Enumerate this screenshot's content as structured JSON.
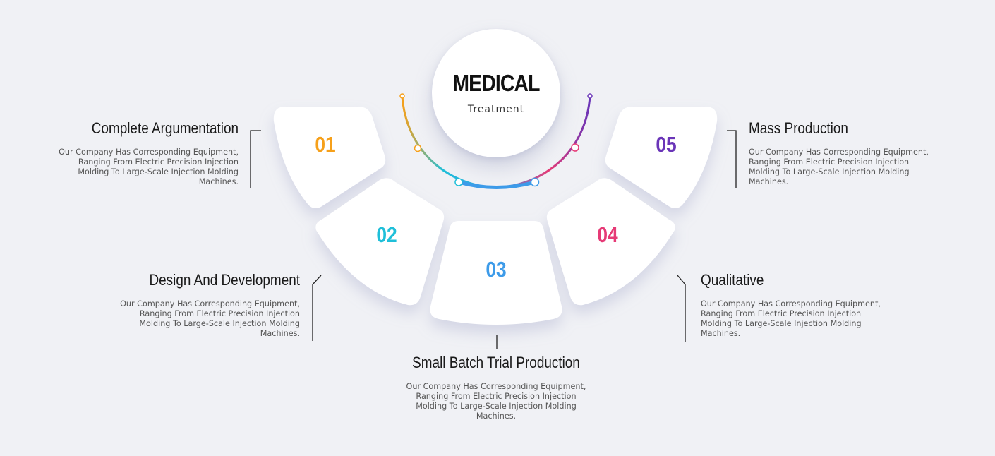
{
  "center": {
    "title": "MEDICAL",
    "subtitle": "Treatment"
  },
  "steps": [
    {
      "number": "01",
      "color": "#f6a01a",
      "title": "Complete Argumentation",
      "desc": [
        "Our Company Has Corresponding Equipment,",
        "Ranging From Electric Precision Injection",
        "Molding To Large-Scale Injection Molding",
        "Machines."
      ]
    },
    {
      "number": "02",
      "color": "#1fbfd9",
      "title": "Design And Development",
      "desc": [
        "Our Company Has Corresponding Equipment,",
        "Ranging From Electric Precision Injection",
        "Molding To Large-Scale Injection Molding",
        "Machines."
      ]
    },
    {
      "number": "03",
      "color": "#3d9be9",
      "title": "Small Batch Trial Production",
      "desc": [
        "Our Company Has Corresponding Equipment,",
        "Ranging From Electric Precision Injection",
        "Molding To Large-Scale Injection Molding",
        "Machines."
      ]
    },
    {
      "number": "04",
      "color": "#e63a76",
      "title": "Qualitative",
      "desc": [
        "Our Company Has Corresponding Equipment,",
        "Ranging From Electric Precision Injection",
        "Molding To Large-Scale Injection Molding",
        "Machines."
      ]
    },
    {
      "number": "05",
      "color": "#6a35b8",
      "title": "Mass Production",
      "desc": [
        "Our Company Has Corresponding Equipment,",
        "Ranging From Electric Precision Injection",
        "Molding To Large-Scale Injection Molding",
        "Machines."
      ]
    }
  ]
}
